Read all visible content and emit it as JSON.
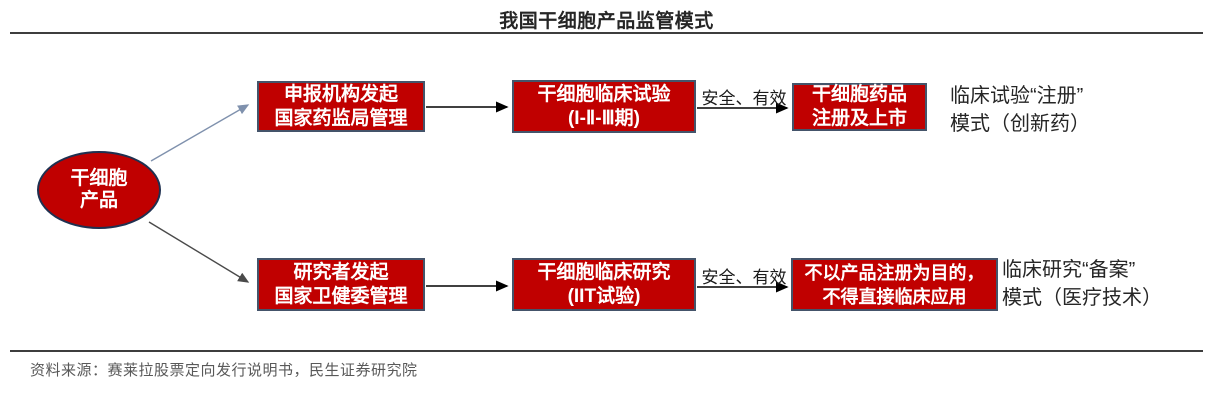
{
  "title": "我国干细胞产品监管模式",
  "colors": {
    "box-fill": "#C00000",
    "box-border": "#44546A",
    "ellipse-border": "#1F3050",
    "title-color": "#262626",
    "source-color": "#595959",
    "rule-color": "#3D3D3D",
    "arrow-slate": "#7F91AD",
    "arrow-gray": "#4A4A4A",
    "arrow-black": "#000000"
  },
  "flowchart": {
    "root": {
      "lines": [
        "干细胞",
        "产品"
      ]
    },
    "top_branch": {
      "initiator": {
        "lines": [
          "申报机构发起",
          "国家药监局管理"
        ]
      },
      "stage": {
        "lines": [
          "干细胞临床试验",
          "(I-Ⅱ-Ⅲ期)"
        ]
      },
      "arrow_label": "安全、有效",
      "outcome": {
        "lines": [
          "干细胞药品",
          "注册及上市"
        ]
      },
      "mode": {
        "lines": [
          "临床试验“注册”",
          "模式（创新药）"
        ]
      }
    },
    "bottom_branch": {
      "initiator": {
        "lines": [
          "研究者发起",
          "国家卫健委管理"
        ]
      },
      "stage": {
        "lines": [
          "干细胞临床研究",
          "(IIT试验)"
        ]
      },
      "arrow_label": "安全、有效",
      "outcome": {
        "lines": [
          "不以产品注册为目的，",
          "不得直接临床应用"
        ]
      },
      "mode": {
        "lines": [
          "临床研究“备案”",
          "模式（医疗技术）"
        ]
      }
    }
  },
  "footer": {
    "source": "资料来源：赛莱拉股票定向发行说明书，民生证券研究院"
  }
}
